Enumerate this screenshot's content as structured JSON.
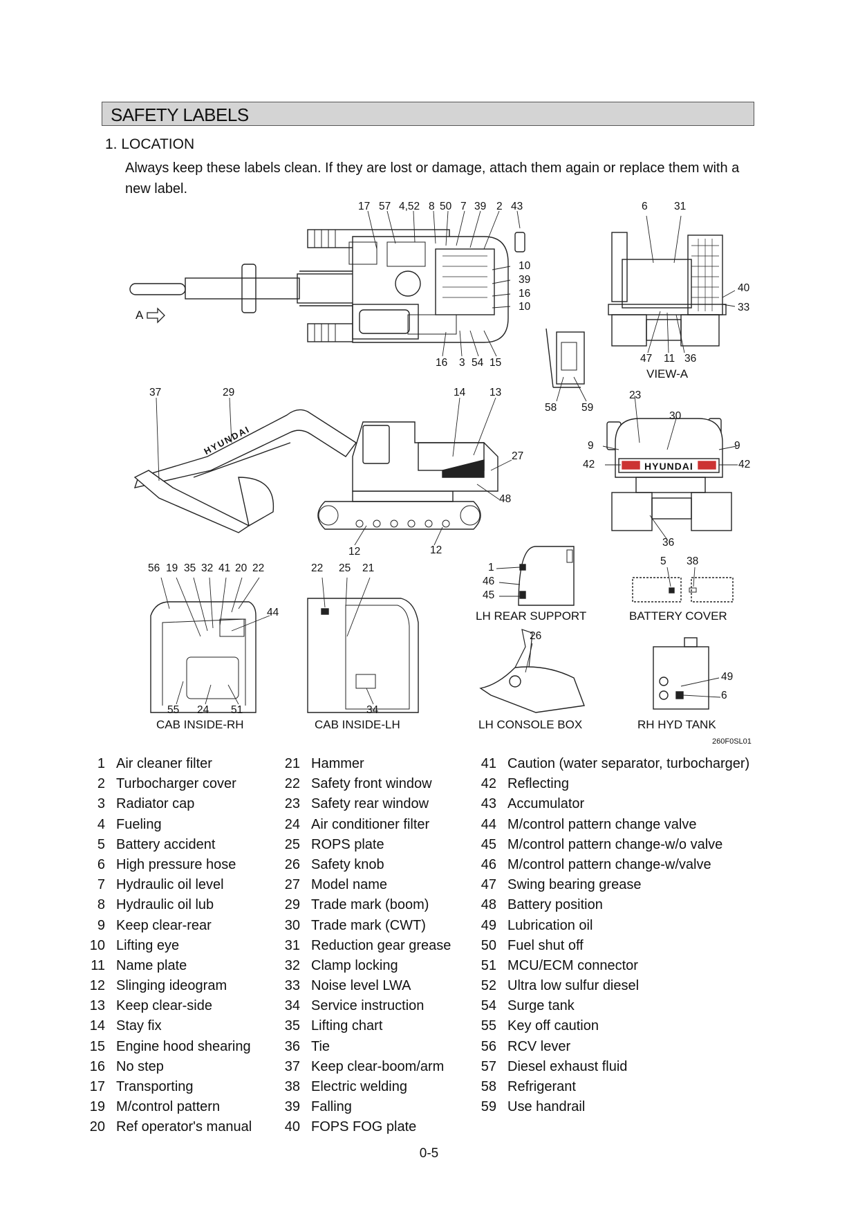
{
  "header": {
    "title": "SAFETY LABELS"
  },
  "section": {
    "title": "1.  LOCATION"
  },
  "intro": {
    "text": "Always keep these labels clean.  If they are lost or damage, attach them again or replace them with a new label."
  },
  "diagram": {
    "callouts": {
      "top_view_top": [
        "17",
        "57",
        "4,52",
        "8",
        "50",
        "7",
        "39",
        "2",
        "43"
      ],
      "top_view_right": [
        "10",
        "39",
        "16",
        "10"
      ],
      "top_view_bottom": [
        "16",
        "3",
        "54",
        "15"
      ],
      "arrow_label": "A",
      "view_a_top": [
        "6",
        "31"
      ],
      "view_a_right": [
        "40",
        "33"
      ],
      "view_a_bottom": [
        "47",
        "11",
        "36"
      ],
      "detail_handrail": [
        "58",
        "59"
      ],
      "side_view_top": [
        "37",
        "29",
        "14",
        "13"
      ],
      "side_view_right": [
        "27",
        "48"
      ],
      "side_view_bottom": [
        "12",
        "12"
      ],
      "logo_text": "HYUNDAI",
      "rear_view_top": [
        "23",
        "30"
      ],
      "rear_view_sides": [
        "9",
        "9",
        "42",
        "42"
      ],
      "rear_view_bottom": [
        "36"
      ],
      "cab_rh_top": [
        "56",
        "19",
        "35",
        "32",
        "41",
        "20",
        "22"
      ],
      "cab_rh_side": [
        "44"
      ],
      "cab_rh_bottom": [
        "55",
        "24",
        "51"
      ],
      "cab_lh_top": [
        "22",
        "25",
        "21"
      ],
      "cab_lh_bottom": [
        "34"
      ],
      "lh_rear_support": [
        "1",
        "46",
        "45"
      ],
      "battery_cover": [
        "5",
        "38"
      ],
      "lh_console_box": [
        "26"
      ],
      "rh_hyd_tank": [
        "49",
        "6"
      ]
    },
    "captions": {
      "view_a": "VIEW-A",
      "lh_rear_support": "LH REAR SUPPORT",
      "battery_cover": "BATTERY COVER",
      "cab_inside_rh": "CAB INSIDE-RH",
      "cab_inside_lh": "CAB INSIDE-LH",
      "lh_console_box": "LH CONSOLE BOX",
      "rh_hyd_tank": "RH HYD TANK"
    },
    "figure_code": "260F0SL01"
  },
  "legend": {
    "columns": [
      [
        {
          "num": "1",
          "label": "Air cleaner filter"
        },
        {
          "num": "2",
          "label": "Turbocharger cover"
        },
        {
          "num": "3",
          "label": "Radiator cap"
        },
        {
          "num": "4",
          "label": "Fueling"
        },
        {
          "num": "5",
          "label": "Battery accident"
        },
        {
          "num": "6",
          "label": "High pressure hose"
        },
        {
          "num": "7",
          "label": "Hydraulic oil level"
        },
        {
          "num": "8",
          "label": "Hydraulic oil lub"
        },
        {
          "num": "9",
          "label": "Keep clear-rear"
        },
        {
          "num": "10",
          "label": "Lifting eye"
        },
        {
          "num": "11",
          "label": "Name plate"
        },
        {
          "num": "12",
          "label": "Slinging ideogram"
        },
        {
          "num": "13",
          "label": "Keep clear-side"
        },
        {
          "num": "14",
          "label": "Stay fix"
        },
        {
          "num": "15",
          "label": "Engine hood shearing"
        },
        {
          "num": "16",
          "label": "No step"
        },
        {
          "num": "17",
          "label": "Transporting"
        },
        {
          "num": "19",
          "label": "M/control pattern"
        },
        {
          "num": "20",
          "label": "Ref operator's manual"
        }
      ],
      [
        {
          "num": "21",
          "label": "Hammer"
        },
        {
          "num": "22",
          "label": "Safety front window"
        },
        {
          "num": "23",
          "label": "Safety rear window"
        },
        {
          "num": "24",
          "label": "Air conditioner filter"
        },
        {
          "num": "25",
          "label": "ROPS plate"
        },
        {
          "num": "26",
          "label": "Safety knob"
        },
        {
          "num": "27",
          "label": "Model name"
        },
        {
          "num": "29",
          "label": "Trade mark (boom)"
        },
        {
          "num": "30",
          "label": "Trade mark (CWT)"
        },
        {
          "num": "31",
          "label": "Reduction gear grease"
        },
        {
          "num": "32",
          "label": "Clamp locking"
        },
        {
          "num": "33",
          "label": "Noise level LWA"
        },
        {
          "num": "34",
          "label": "Service instruction"
        },
        {
          "num": "35",
          "label": "Lifting chart"
        },
        {
          "num": "36",
          "label": "Tie"
        },
        {
          "num": "37",
          "label": "Keep clear-boom/arm"
        },
        {
          "num": "38",
          "label": "Electric welding"
        },
        {
          "num": "39",
          "label": "Falling"
        },
        {
          "num": "40",
          "label": "FOPS FOG plate"
        }
      ],
      [
        {
          "num": "41",
          "label": "Caution (water separator, turbocharger)"
        },
        {
          "num": "42",
          "label": "Reflecting"
        },
        {
          "num": "43",
          "label": "Accumulator"
        },
        {
          "num": "44",
          "label": "M/control pattern change valve"
        },
        {
          "num": "45",
          "label": "M/control pattern change-w/o valve"
        },
        {
          "num": "46",
          "label": "M/control pattern change-w/valve"
        },
        {
          "num": "47",
          "label": "Swing bearing grease"
        },
        {
          "num": "48",
          "label": "Battery position"
        },
        {
          "num": "49",
          "label": "Lubrication oil"
        },
        {
          "num": "50",
          "label": "Fuel shut off"
        },
        {
          "num": "51",
          "label": "MCU/ECM connector"
        },
        {
          "num": "52",
          "label": "Ultra low sulfur diesel"
        },
        {
          "num": "54",
          "label": "Surge tank"
        },
        {
          "num": "55",
          "label": "Key off caution"
        },
        {
          "num": "56",
          "label": "RCV lever"
        },
        {
          "num": "57",
          "label": "Diesel exhaust fluid"
        },
        {
          "num": "58",
          "label": "Refrigerant"
        },
        {
          "num": "59",
          "label": "Use handrail"
        }
      ]
    ]
  },
  "page_number": "0-5"
}
